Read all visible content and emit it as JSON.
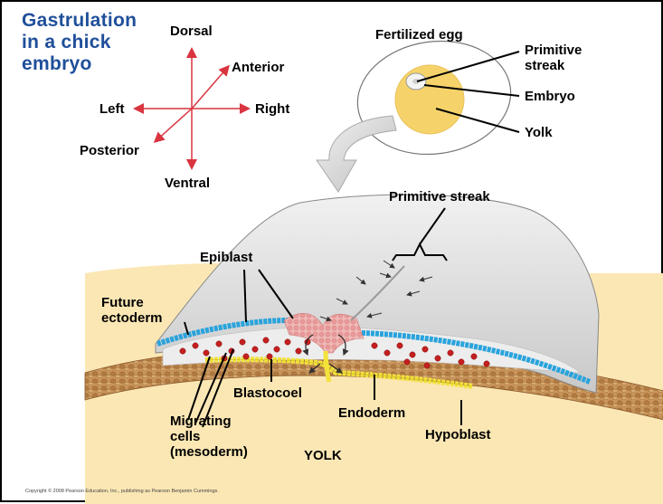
{
  "title_lines": [
    "Gastrulation",
    "in a chick",
    "embryo"
  ],
  "compass": {
    "dorsal": "Dorsal",
    "ventral": "Ventral",
    "left": "Left",
    "right": "Right",
    "anterior": "Anterior",
    "posterior": "Posterior"
  },
  "egg_labels": {
    "fertilized_egg": "Fertilized egg",
    "primitive_streak_line1": "Primitive",
    "primitive_streak_line2": "streak",
    "embryo": "Embryo",
    "yolk": "Yolk"
  },
  "section_labels": {
    "primitive_streak": "Primitive streak",
    "epiblast": "Epiblast",
    "future_ectoderm_line1": "Future",
    "future_ectoderm_line2": "ectoderm",
    "blastocoel": "Blastocoel",
    "migrating_line1": "Migrating",
    "migrating_line2": "cells",
    "migrating_line3": "(mesoderm)",
    "endoderm": "Endoderm",
    "hypoblast": "Hypoblast",
    "yolk": "YOLK"
  },
  "copyright": "Copyright © 2008 Pearson Education, Inc., publishing as Pearson Benjamin Cummings.",
  "colors": {
    "title": "#1f4f9a",
    "compass_arrows": "#d9343f",
    "yolk_fill": "#fbe7b4",
    "embryo_fill": "#f6d36a",
    "ectoderm_blue": "#29a3dc",
    "hypoblast_yellow": "#f2e23a",
    "mesoderm_red": "#c61f1f",
    "tissue_brown": "#b9874e"
  }
}
